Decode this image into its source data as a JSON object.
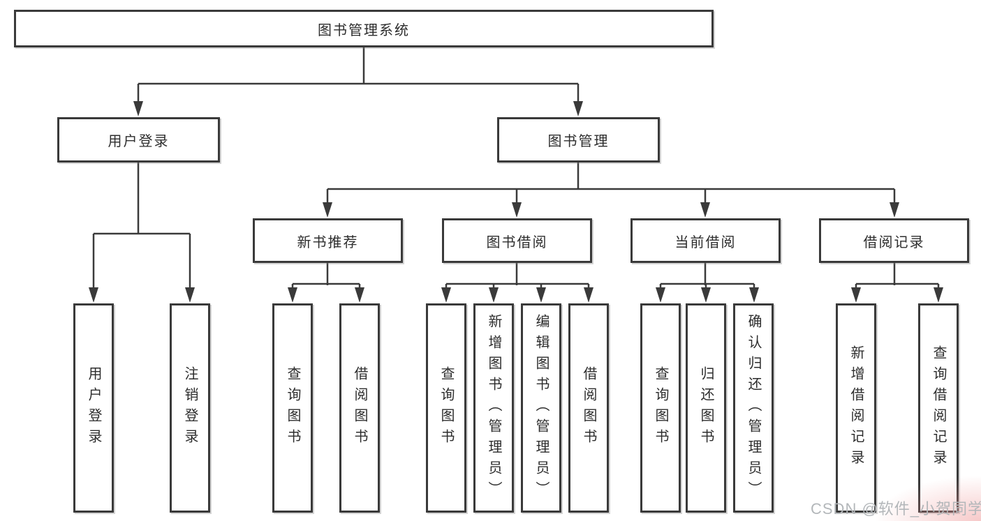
{
  "colors": {
    "line": "#3a3a3a",
    "box_border": "#3a3a3a",
    "text": "#2d2d2d",
    "watermark": "#b3b7ba",
    "corner_tint": "#ee9494"
  },
  "watermark": {
    "text": "CSDN @软件_小贺同学"
  },
  "tree": {
    "root": {
      "label": "图书管理系统"
    },
    "branches": [
      {
        "label": "用户登录",
        "children": [
          {
            "label": "用户登录"
          },
          {
            "label": "注销登录"
          }
        ]
      },
      {
        "label": "图书管理",
        "children": [
          {
            "label": "新书推荐",
            "children": [
              {
                "label": "查询图书"
              },
              {
                "label": "借阅图书"
              }
            ]
          },
          {
            "label": "图书借阅",
            "children": [
              {
                "label": "查询图书"
              },
              {
                "label": "新增图书（管理员）"
              },
              {
                "label": "编辑图书（管理员）"
              },
              {
                "label": "借阅图书"
              }
            ]
          },
          {
            "label": "当前借阅",
            "children": [
              {
                "label": "查询图书"
              },
              {
                "label": "归还图书"
              },
              {
                "label": "确认归还（管理员）"
              }
            ]
          },
          {
            "label": "借阅记录",
            "children": [
              {
                "label": "新增借阅记录"
              },
              {
                "label": "查询借阅记录"
              }
            ]
          }
        ]
      }
    ]
  }
}
